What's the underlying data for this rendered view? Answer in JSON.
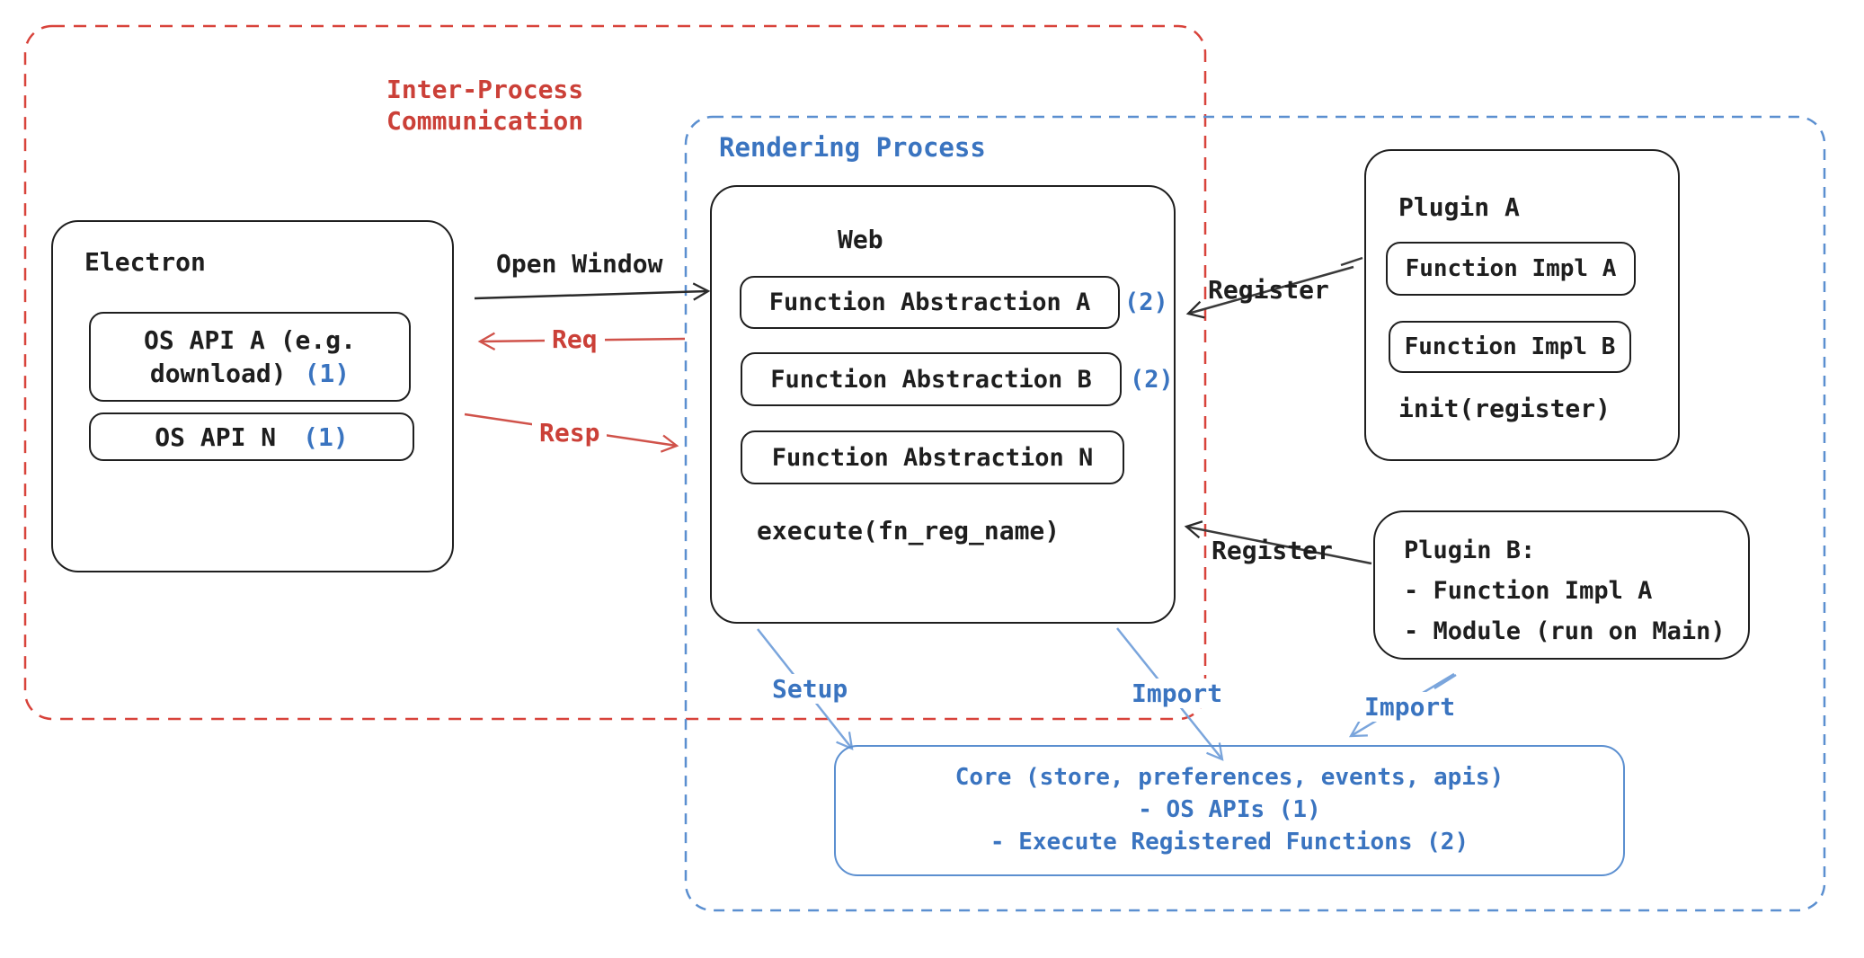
{
  "colors": {
    "red": "#cb4038",
    "blue_text": "#3a74c0",
    "blue_border": "#5b8fd0",
    "arrow_blue": "#7aa5dc",
    "ink": "#1e1e1e"
  },
  "groups": {
    "ipc": {
      "label_line1": "Inter-Process",
      "label_line2": "Communication"
    },
    "rendering": {
      "label": "Rendering Process"
    }
  },
  "electron": {
    "title": "Electron",
    "api_a": {
      "line1": "OS API A (e.g.",
      "line2": "download)",
      "badge": "(1)"
    },
    "api_n": {
      "text": "OS API N",
      "badge": "(1)"
    }
  },
  "web": {
    "title": "Web",
    "items": [
      {
        "text": "Function Abstraction A",
        "badge": "(2)"
      },
      {
        "text": "Function Abstraction B",
        "badge": "(2)"
      },
      {
        "text": "Function Abstraction N",
        "badge": ""
      }
    ],
    "footer": "execute(fn_reg_name)"
  },
  "plugin_a": {
    "title": "Plugin A",
    "items": [
      {
        "text": "Function Impl A"
      },
      {
        "text": "Function Impl B"
      }
    ],
    "footer": "init(register)"
  },
  "plugin_b": {
    "line1": "Plugin B:",
    "line2": "- Function Impl A",
    "line3": "- Module (run on Main)"
  },
  "core": {
    "line1": "Core (store, preferences, events, apis)",
    "line2": "- OS APIs (1)",
    "line3": "- Execute Registered Functions (2)"
  },
  "arrows": {
    "open_window": "Open Window",
    "req": "Req",
    "resp": "Resp",
    "register_top": "Register",
    "register_bottom": "Register",
    "setup": "Setup",
    "import_web": "Import",
    "import_plugin": "Import"
  }
}
